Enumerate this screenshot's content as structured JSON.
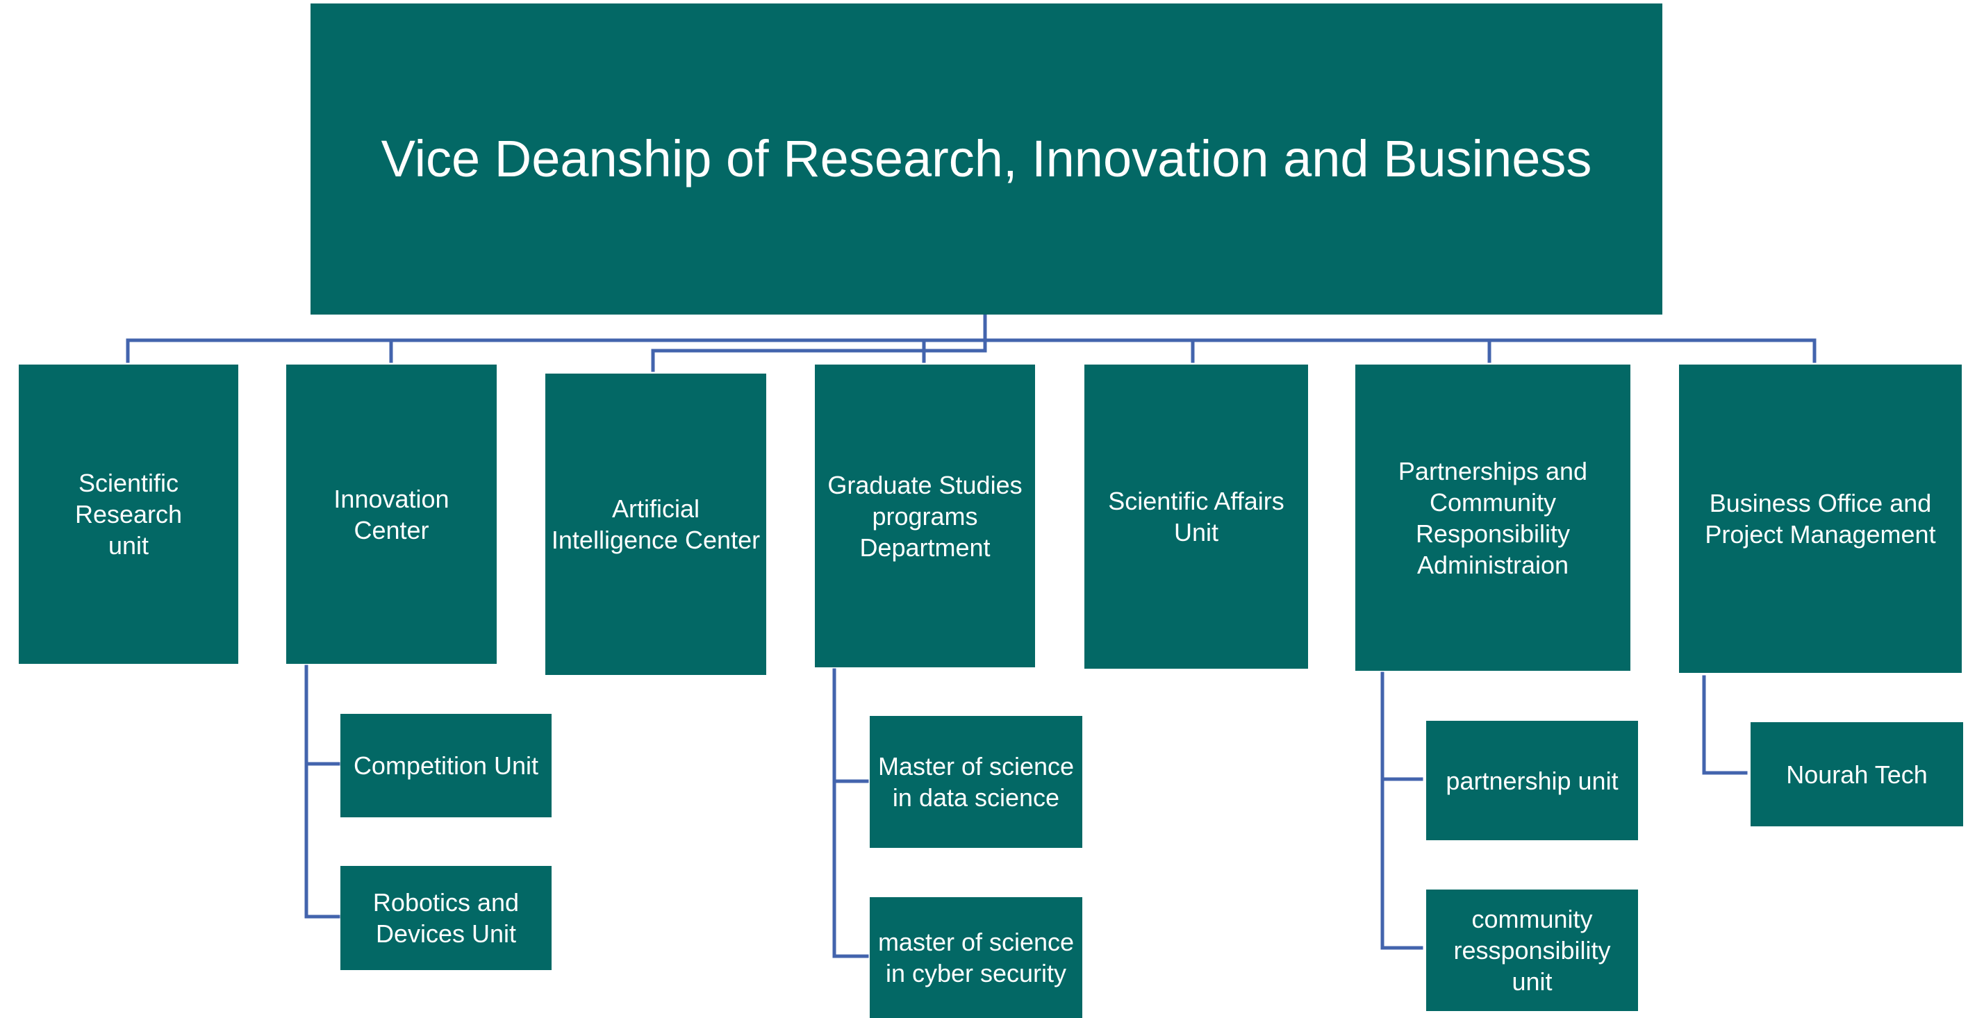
{
  "top": {
    "label": "Vice Deanship of Research, Innovation and Business"
  },
  "units": [
    {
      "label": "Scientific Research\nunit"
    },
    {
      "label": "Innovation\nCenter"
    },
    {
      "label": "Artificial\nIntelligence Center"
    },
    {
      "label": "Graduate Studies\nprograms\nDepartment"
    },
    {
      "label": "Scientific Affairs\nUnit"
    },
    {
      "label": "Partnerships and\nCommunity\nResponsibility\nAdministraion"
    },
    {
      "label": "Business Office and\nProject Management"
    }
  ],
  "innovation_sub": [
    {
      "label": "Competition Unit"
    },
    {
      "label": "Robotics and\nDevices Unit"
    }
  ],
  "graduate_sub": [
    {
      "label": "Master of science\nin  data science"
    },
    {
      "label": "master of science\nin cyber security"
    }
  ],
  "partnerships_sub": [
    {
      "label": "partnership unit"
    },
    {
      "label": "community\nressponsibility\nunit"
    }
  ],
  "business_sub": [
    {
      "label": "Nourah Tech"
    }
  ],
  "colors": {
    "box_fill": "#036865",
    "box_text": "#ffffff",
    "connector": "#4364ad"
  }
}
